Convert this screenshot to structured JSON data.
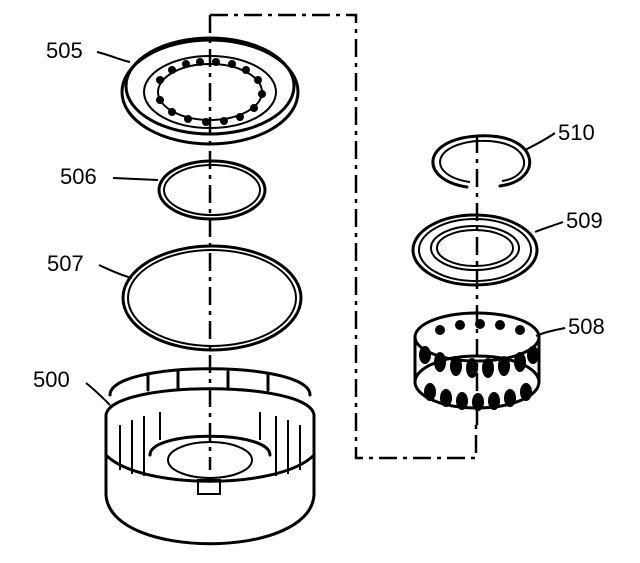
{
  "labels": {
    "p500": "500",
    "p505": "505",
    "p506": "506",
    "p507": "507",
    "p508": "508",
    "p509": "509",
    "p510": "510"
  }
}
